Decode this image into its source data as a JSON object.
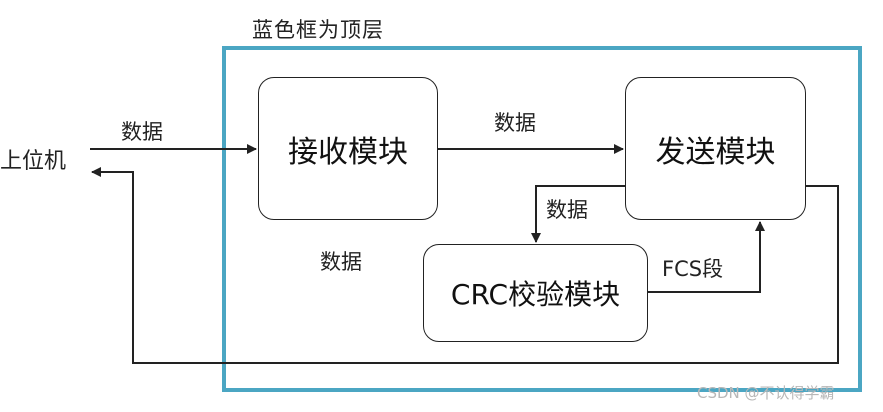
{
  "frame_caption": "蓝色框为顶层",
  "host_label": "上位机",
  "modules": {
    "receive": "接收模块",
    "send": "发送模块",
    "crc": "CRC校验模块"
  },
  "edge_labels": {
    "host_to_receive": "数据",
    "receive_to_send": "数据",
    "send_to_crc": "数据",
    "free_data": "数据",
    "crc_to_send": "FCS段"
  },
  "watermark": "CSDN @不认得学霸",
  "colors": {
    "frame": "#4ba6c3",
    "lines": "#222222"
  }
}
